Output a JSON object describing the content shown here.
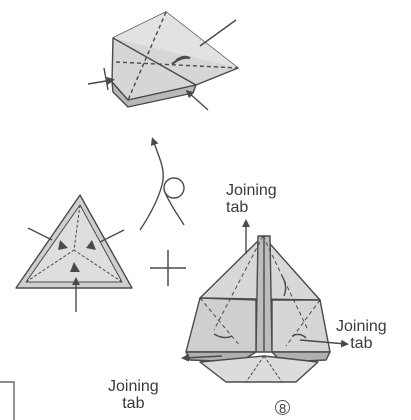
{
  "labels": {
    "joining_tab_top": [
      "Joining",
      "tab"
    ],
    "joining_tab_right": [
      "Joining",
      "tab"
    ],
    "joining_tab_bottom": [
      "Joining",
      "tab"
    ]
  },
  "step_number": "8",
  "colors": {
    "paper_face": "#dcdcdc",
    "paper_shade": "#c4c4c4",
    "paper_dark": "#a9a9a9",
    "line": "#4a4a4a",
    "background": "#ffffff"
  },
  "icons": {
    "flip": "loop-arrow",
    "combine": "plus-sign"
  }
}
